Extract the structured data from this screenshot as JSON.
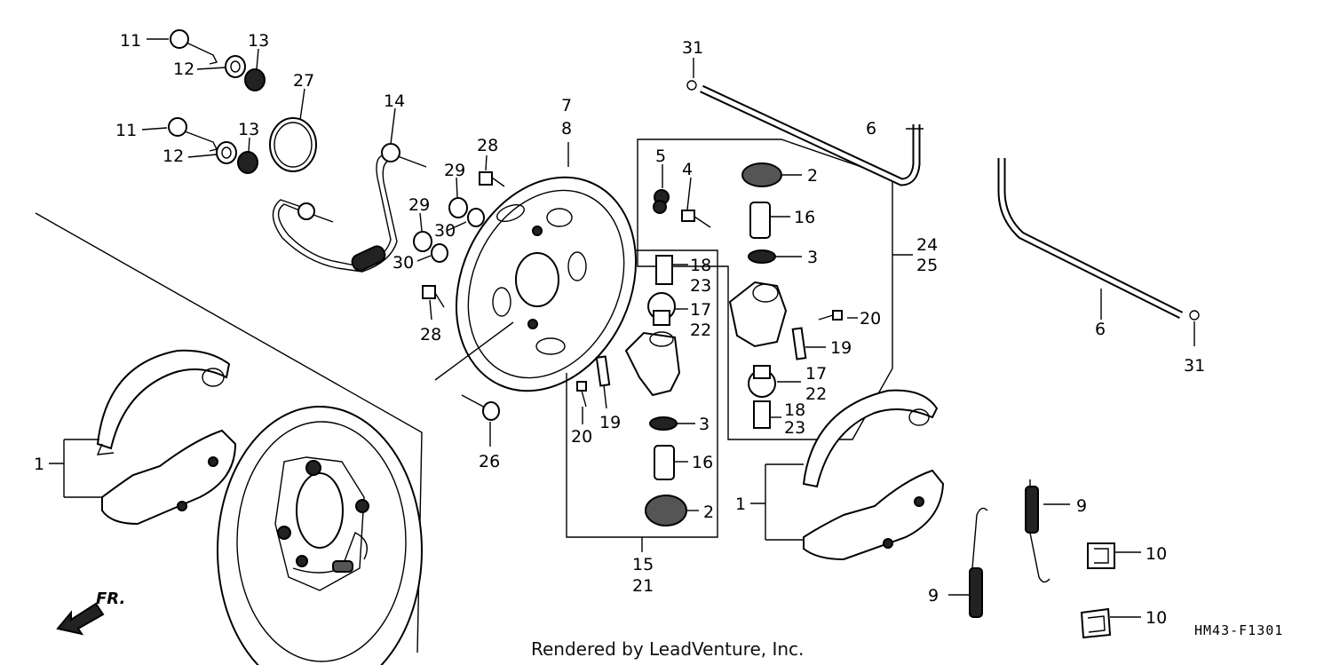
{
  "diagram": {
    "drawing_code": "HM43-F1301",
    "footer": "Rendered by LeadVenture, Inc.",
    "direction_label": "FR.",
    "callouts": {
      "c1a": "1",
      "c1b": "1",
      "c2a": "2",
      "c2b": "2",
      "c3a": "3",
      "c3b": "3",
      "c4": "4",
      "c5": "5",
      "c6a": "6",
      "c6b": "6",
      "c7": "7",
      "c8": "8",
      "c9a": "9",
      "c9b": "9",
      "c10a": "10",
      "c10b": "10",
      "c11a": "11",
      "c11b": "11",
      "c12a": "12",
      "c12b": "12",
      "c13a": "13",
      "c13b": "13",
      "c14": "14",
      "c15": "15",
      "c16a": "16",
      "c16b": "16",
      "c17a": "17",
      "c17b": "17",
      "c18a": "18",
      "c18b": "18",
      "c19a": "19",
      "c19b": "19",
      "c20a": "20",
      "c20b": "20",
      "c21": "21",
      "c22a": "22",
      "c22b": "22",
      "c23a": "23",
      "c23b": "23",
      "c24": "24",
      "c25": "25",
      "c26": "26",
      "c27": "27",
      "c28a": "28",
      "c28b": "28",
      "c29a": "29",
      "c29b": "29",
      "c30a": "30",
      "c30b": "30",
      "c31a": "31",
      "c31b": "31"
    }
  }
}
